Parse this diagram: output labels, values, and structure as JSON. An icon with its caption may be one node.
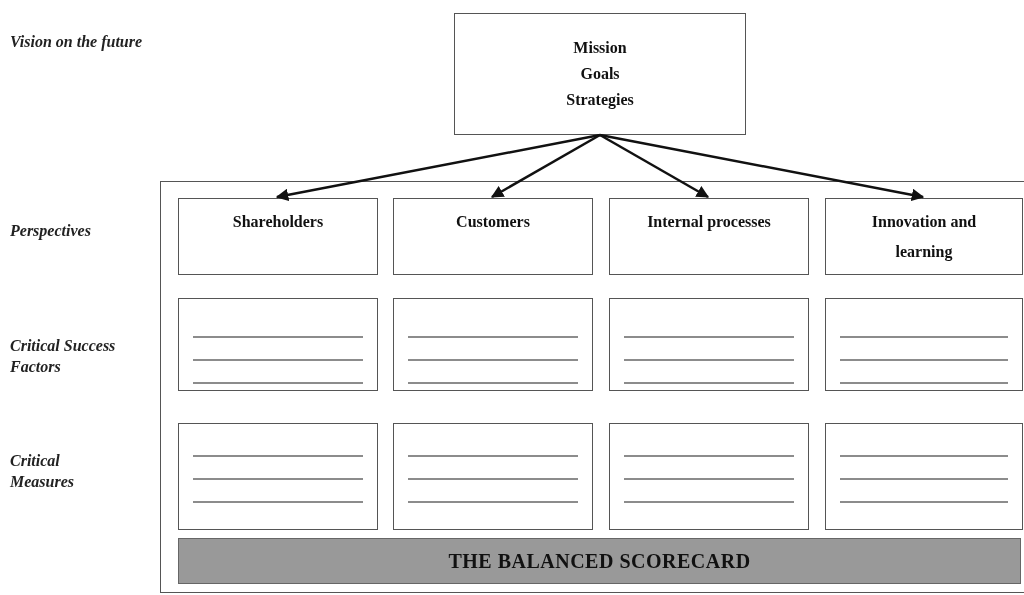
{
  "diagram": {
    "nodes": [
      {
        "text": [
          "Mission",
          "Goals",
          "Strategies"
        ]
      },
      {
        "text": [],
        "shape": "box"
      },
      {
        "text": [
          "Shareholders"
        ],
        "in": 1
      },
      {
        "text": [
          "Customers"
        ],
        "in": 1
      },
      {
        "text": [
          "Internal processes"
        ],
        "in": 1
      },
      {
        "text": [
          "Innovation and learning"
        ],
        "in": 1
      },
      {
        "text": [],
        "shape": "box",
        "in": 1
      },
      {
        "text": [],
        "shape": "box",
        "in": 1
      },
      {
        "text": [],
        "shape": "box",
        "in": 1
      },
      {
        "text": [],
        "shape": "box",
        "in": 1
      },
      {
        "text": [],
        "shape": "box",
        "in": 1
      },
      {
        "text": [],
        "shape": "box",
        "in": 1
      },
      {
        "text": [],
        "shape": "box",
        "in": 1
      },
      {
        "text": [],
        "shape": "box",
        "in": 1
      },
      {
        "text": [
          "THE BALANCED SCORECARD"
        ],
        "in": 1
      }
    ],
    "edges": [
      {
        "from": 0,
        "to": 2,
        "arrow": "to"
      },
      {
        "from": 0,
        "to": 3,
        "arrow": "to"
      },
      {
        "from": 0,
        "to": 4,
        "arrow": "to"
      },
      {
        "from": 0,
        "to": 5,
        "arrow": "to"
      }
    ],
    "labels": [
      "Vision on the future",
      "Perspectives",
      "Critical Success Factors",
      "Critical Measures"
    ]
  }
}
